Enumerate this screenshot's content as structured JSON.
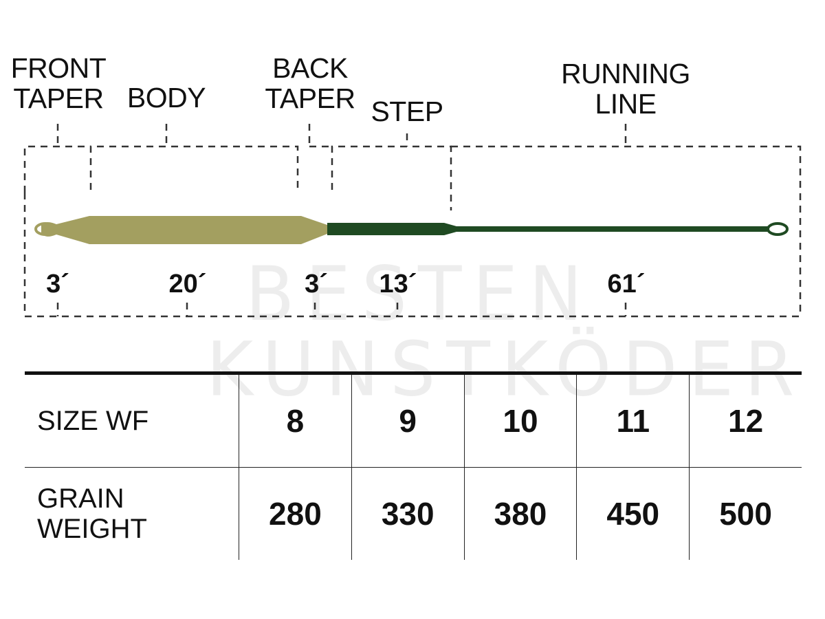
{
  "segments": [
    {
      "label": "FRONT\nTAPER",
      "length": "3´"
    },
    {
      "label": "BODY",
      "length": "20´"
    },
    {
      "label": "BACK\nTAPER",
      "length": "3´"
    },
    {
      "label": "STEP",
      "length": "13´"
    },
    {
      "label": "RUNNING\nLINE",
      "length": "61´"
    }
  ],
  "colors": {
    "head": "#a39f60",
    "running_line": "#1f4a22",
    "dash": "#333333"
  },
  "watermark": "BESTEN\nKUNSTKÖDER",
  "table": {
    "size_label": "SIZE WF",
    "weight_label": "GRAIN\nWEIGHT",
    "sizes": [
      "8",
      "9",
      "10",
      "11",
      "12"
    ],
    "weights": [
      "280",
      "330",
      "380",
      "450",
      "500"
    ]
  }
}
